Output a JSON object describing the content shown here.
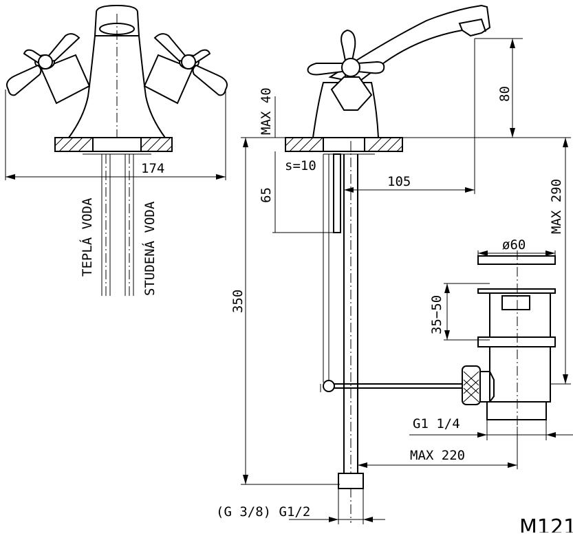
{
  "labels": {
    "width_front": "174",
    "warm_water": "TEPLÁ VODA",
    "cold_water": "STUDENÁ VODA",
    "max_40": "MAX 40",
    "thickness": "s=10",
    "depth_65": "65",
    "reach_105": "105",
    "height_80": "80",
    "max_290": "MAX 290",
    "length_350": "350",
    "dia_60": "ø60",
    "range_35_50": "35−50",
    "thread_g114": "G1  1/4",
    "max_220": "MAX  220",
    "thread_feed": "(G 3/8)  G1/2",
    "model_code": "M121"
  }
}
